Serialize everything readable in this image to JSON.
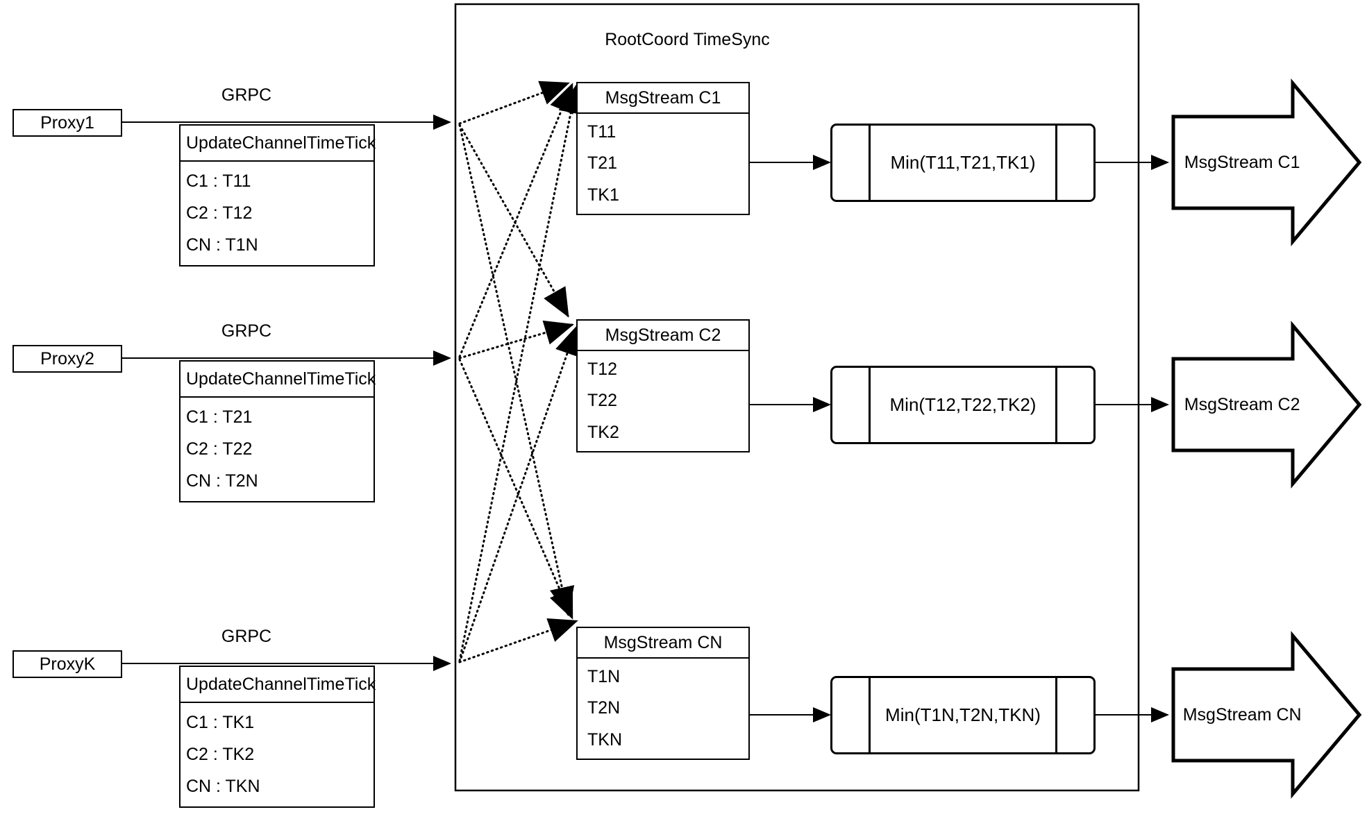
{
  "diagram": {
    "container_title": "RootCoord TimeSync",
    "link_label": "GRPC"
  },
  "proxies": [
    {
      "name": "Proxy1",
      "link_label": "GRPC",
      "table_title": "UpdateChannelTimeTick",
      "rows": [
        "C1 :  T11",
        "C2 :  T12",
        "CN : T1N"
      ]
    },
    {
      "name": "Proxy2",
      "link_label": "GRPC",
      "table_title": "UpdateChannelTimeTick",
      "rows": [
        "C1 :  T21",
        "C2 :  T22",
        "CN : T2N"
      ]
    },
    {
      "name": "ProxyK",
      "link_label": "GRPC",
      "table_title": "UpdateChannelTimeTick",
      "rows": [
        "C1 :  TK1",
        "C2 :  TK2",
        "CN : TKN"
      ]
    }
  ],
  "channels": [
    {
      "stream_title": "MsgStream C1",
      "ticks": [
        "T11",
        "T21",
        "TK1"
      ],
      "min_label": "Min(T11,T21,TK1)",
      "output_label": "MsgStream C1"
    },
    {
      "stream_title": "MsgStream C2",
      "ticks": [
        "T12",
        "T22",
        "TK2"
      ],
      "min_label": "Min(T12,T22,TK2)",
      "output_label": "MsgStream C2"
    },
    {
      "stream_title": "MsgStream CN",
      "ticks": [
        "T1N",
        "T2N",
        "TKN"
      ],
      "min_label": "Min(T1N,T2N,TKN)",
      "output_label": "MsgStream CN"
    }
  ],
  "colors": {
    "stroke": "#000000",
    "background": "#ffffff"
  }
}
